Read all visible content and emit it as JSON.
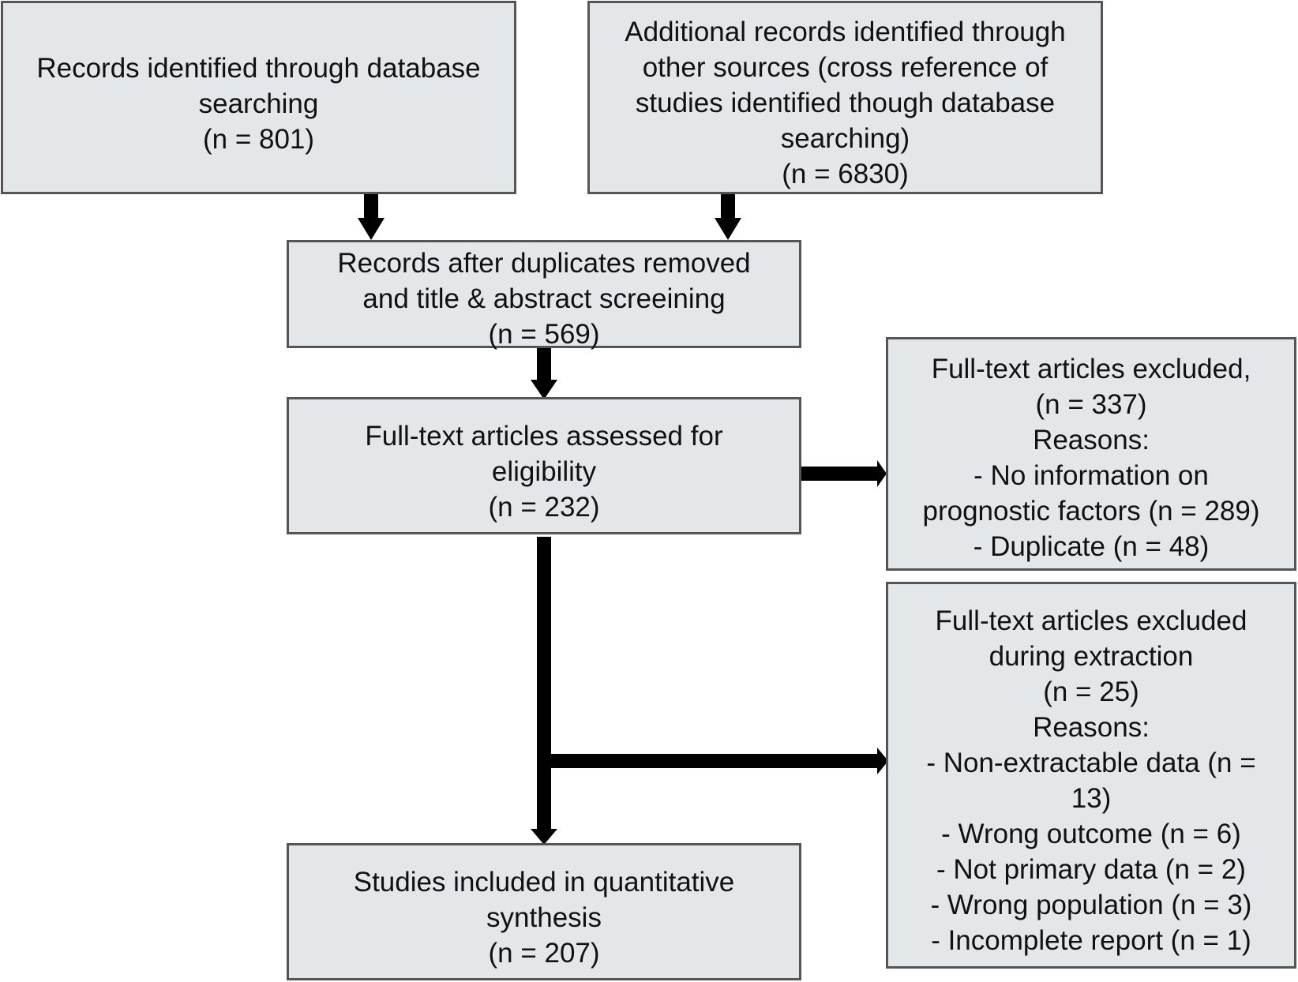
{
  "boxes": {
    "identified_db": {
      "lines": [
        "Records identified through database",
        "searching",
        "(n = 801)"
      ]
    },
    "identified_other": {
      "lines": [
        "Additional records identified through",
        "other sources (cross reference of",
        "studies identified though database",
        "searching)",
        "(n = 6830)"
      ]
    },
    "after_duplicates": {
      "lines": [
        "Records after duplicates removed",
        "and title & abstract screeining",
        "(n = 569)"
      ]
    },
    "assessed": {
      "lines": [
        "Full-text articles assessed for",
        "eligibility",
        "(n =  232)"
      ]
    },
    "excluded": {
      "lines": [
        "Full-text articles excluded,",
        "(n = 337)",
        "Reasons:",
        "- No information on",
        "prognostic factors (n = 289)",
        "- Duplicate (n = 48)"
      ]
    },
    "excluded_extraction": {
      "lines": [
        "Full-text articles excluded",
        "during extraction",
        "(n = 25)",
        "Reasons:",
        "- Non-extractable data (n =",
        "13)",
        "- Wrong outcome (n = 6)",
        "- Not primary data (n = 2)",
        "- Wrong population (n = 3)",
        "- Incomplete report (n = 1)"
      ]
    },
    "included": {
      "lines": [
        "Studies included in quantitative",
        "synthesis",
        "(n =  207)"
      ]
    }
  },
  "colors": {
    "box_fill": "#e4e7e9",
    "box_border": "#555555",
    "arrow": "#000000"
  }
}
